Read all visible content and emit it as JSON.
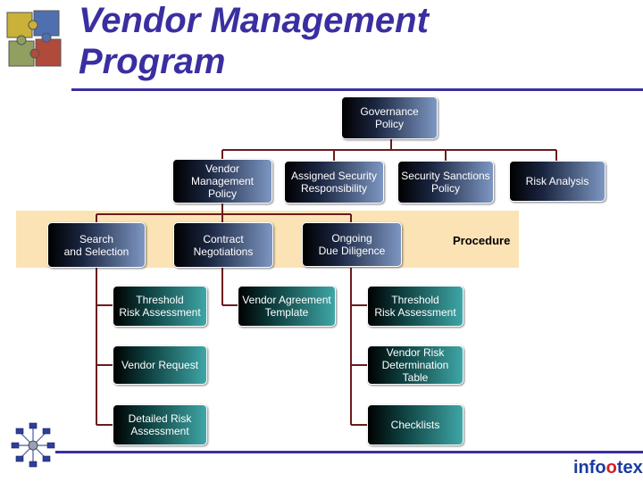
{
  "title": {
    "line1": "Vendor Management",
    "line2": "Program"
  },
  "nodes": {
    "governance": "Governance\nPolicy",
    "vmp": "Vendor\nManagement\nPolicy",
    "security_resp": "Assigned Security\nResponsibility",
    "sanctions": "Security Sanctions\nPolicy",
    "risk_analysis": "Risk Analysis",
    "search": "Search\nand Selection",
    "contract": "Contract\nNegotiations",
    "ongoing": "Ongoing\nDue Diligence",
    "threshold_left": "Threshold\nRisk Assessment",
    "agreement": "Vendor Agreement\nTemplate",
    "threshold_right": "Threshold\nRisk Assessment",
    "vendor_request": "Vendor Request",
    "risk_table": "Vendor Risk\nDetermination Table",
    "detailed": "Detailed Risk\nAssessment",
    "checklists": "Checklists"
  },
  "procedure_label": "Procedure",
  "brand": {
    "part1": "info",
    "part2": "o",
    "part3": "tex"
  },
  "colors": {
    "title": "#3a2fa0",
    "connector": "#6b1c1c",
    "procedure_band": "#fbe3b6",
    "brand_blue": "#1a3ca0",
    "brand_red": "#d42020"
  }
}
